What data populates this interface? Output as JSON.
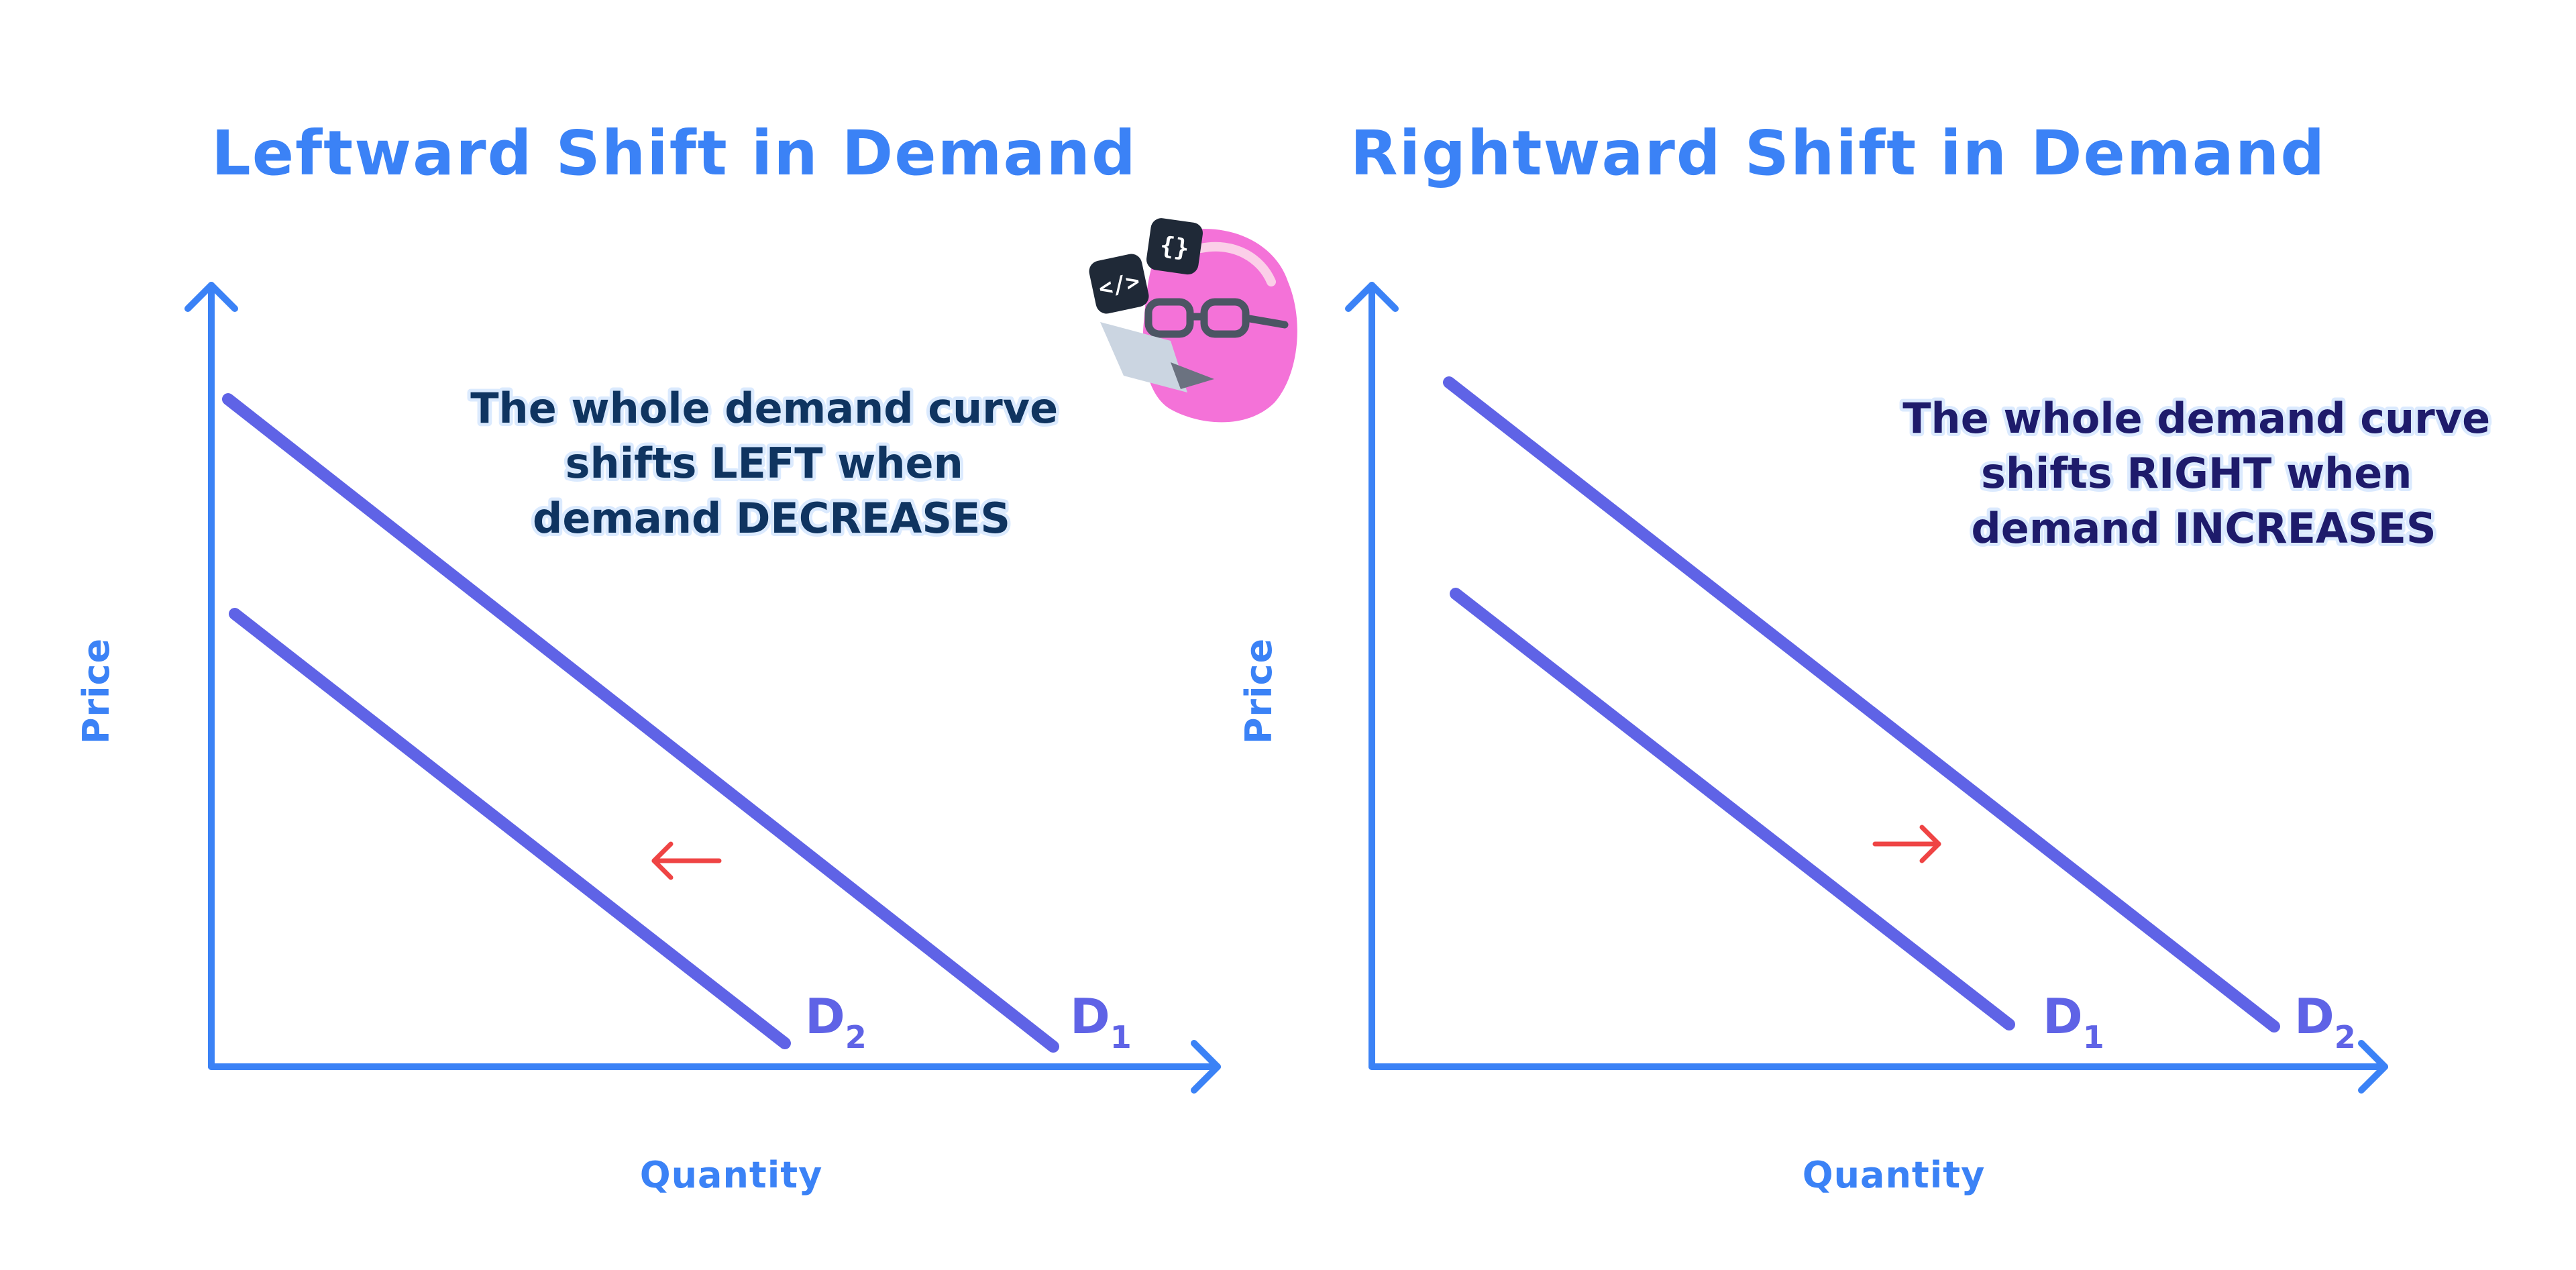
{
  "colors": {
    "title": "#3b82f6",
    "axis": "#3b82f6",
    "curve": "#5f63e6",
    "arrow": "#ef4444",
    "annotation_left": "#0f3460",
    "annotation_right": "#1e1b6b",
    "curve_label": "#5f63e6",
    "mascot_body": "#f472d8",
    "mascot_badge": "#1f2937",
    "mascot_laptop": "#cbd5e1",
    "mascot_glasses": "#4b5563"
  },
  "panels": [
    {
      "title": "Leftward Shift in Demand",
      "y_label": "Price",
      "x_label": "Quantity",
      "annotation": [
        "The whole demand curve",
        "shifts LEFT when",
        "demand DECREASES"
      ],
      "shift_direction": "left",
      "curves": [
        {
          "name": "D",
          "sub": "1",
          "position": "outer"
        },
        {
          "name": "D",
          "sub": "2",
          "position": "inner"
        }
      ],
      "arrow_icon": "arrow-left-icon"
    },
    {
      "title": "Rightward Shift in Demand",
      "y_label": "Price",
      "x_label": "Quantity",
      "annotation": [
        "The whole demand curve",
        "shifts RIGHT when",
        "demand INCREASES"
      ],
      "shift_direction": "right",
      "curves": [
        {
          "name": "D",
          "sub": "1",
          "position": "inner"
        },
        {
          "name": "D",
          "sub": "2",
          "position": "outer"
        }
      ],
      "arrow_icon": "arrow-right-icon"
    }
  ],
  "mascot": {
    "icon": "coder-mascot-icon",
    "badge_code": "</>",
    "badge_braces": "{}"
  }
}
